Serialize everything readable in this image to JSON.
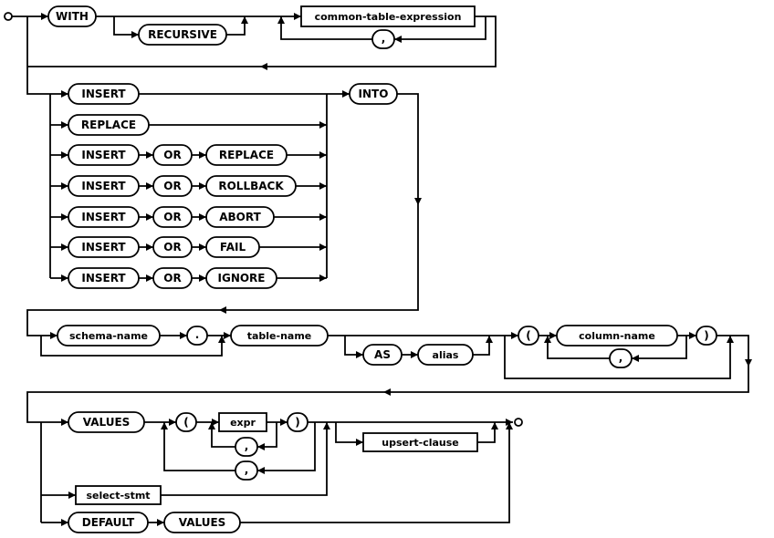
{
  "diagram": {
    "name": "insert-stmt-syntax-diagram",
    "colors": {
      "line": "#000000",
      "background": "#ffffff",
      "node_fill": "#ffffff"
    },
    "keywords": {
      "with": "WITH",
      "recursive": "RECURSIVE",
      "insert": "INSERT",
      "replace": "REPLACE",
      "or": "OR",
      "rollback": "ROLLBACK",
      "abort": "ABORT",
      "fail": "FAIL",
      "ignore": "IGNORE",
      "into": "INTO",
      "as": "AS",
      "values": "VALUES",
      "default": "DEFAULT"
    },
    "nonterminals": {
      "cte": "common-table-expression",
      "schema_name": "schema-name",
      "table_name": "table-name",
      "alias": "alias",
      "column_name": "column-name",
      "expr": "expr",
      "select_stmt": "select-stmt",
      "upsert_clause": "upsert-clause"
    },
    "punct": {
      "comma": ",",
      "dot": ".",
      "lparen": "(",
      "rparen": ")"
    }
  }
}
